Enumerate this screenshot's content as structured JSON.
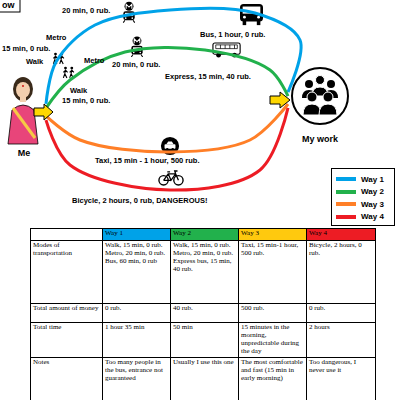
{
  "diagram": {
    "nodes": [
      {
        "text": [
          "Me"
        ]
      },
      {
        "text": [
          "My work"
        ]
      }
    ],
    "edges": [
      {
        "from": 0,
        "to": 1,
        "arrow": "none"
      },
      {
        "from": 0,
        "to": 1,
        "arrow": "none"
      },
      {
        "from": 0,
        "to": 1,
        "arrow": "none",
        "label": "Taxi, 15 min - 1 hour, 500 rub."
      },
      {
        "from": 0,
        "to": 1,
        "arrow": "none",
        "label": "Bicycle, 2 hours, 0 rub, DANGEROUS!"
      }
    ],
    "labels": [
      "ow",
      "20 min, 0 rub.",
      "Metro",
      "15 min, 0 rub.",
      "Walk",
      "Bus, 1 hour, 0 rub.",
      "Walk",
      "15 min, 0 rub.",
      "Metro",
      "20 min, 0 rub.",
      "Express, 15 min, 40 rub.",
      "Way 1",
      "Way 2",
      "Way 3",
      "Way 4",
      "Modes of transportation",
      "Walk, 15 min, 0 rub. Metro, 20 min, 0 rub. Bus, 60 min, 0 rub",
      "Walk, 15 min, 0 rub. Metro, 20 min, 0 rub. Express bus, 15 min, 40 rub.",
      "Taxi, 15 min-1 hour, 500 rub.",
      "Bicycle, 2 hours, 0 rub.",
      "Total amount of money",
      "0 rub.",
      "40 rub.",
      "500 rub.",
      "0 rub.",
      "Total time",
      "1 hour 35 min",
      "50 min",
      "15 minutes in the morning, unpredictable during the day",
      "2 hours",
      "Notes",
      "Too many people in the bus, entrance not guaranteed",
      "Usually I use this one",
      "The most comfortable and fast (15 min in early morning)",
      "Too dangerous, I never use it"
    ],
    "legend": [
      {
        "text": "Way 1",
        "color": "#00a2e8"
      },
      {
        "text": "Way 2",
        "color": "#22b14c"
      },
      {
        "text": "Way 3",
        "color": "#ff7f27"
      },
      {
        "text": "Way 4",
        "color": "#ed1c24"
      }
    ]
  }
}
